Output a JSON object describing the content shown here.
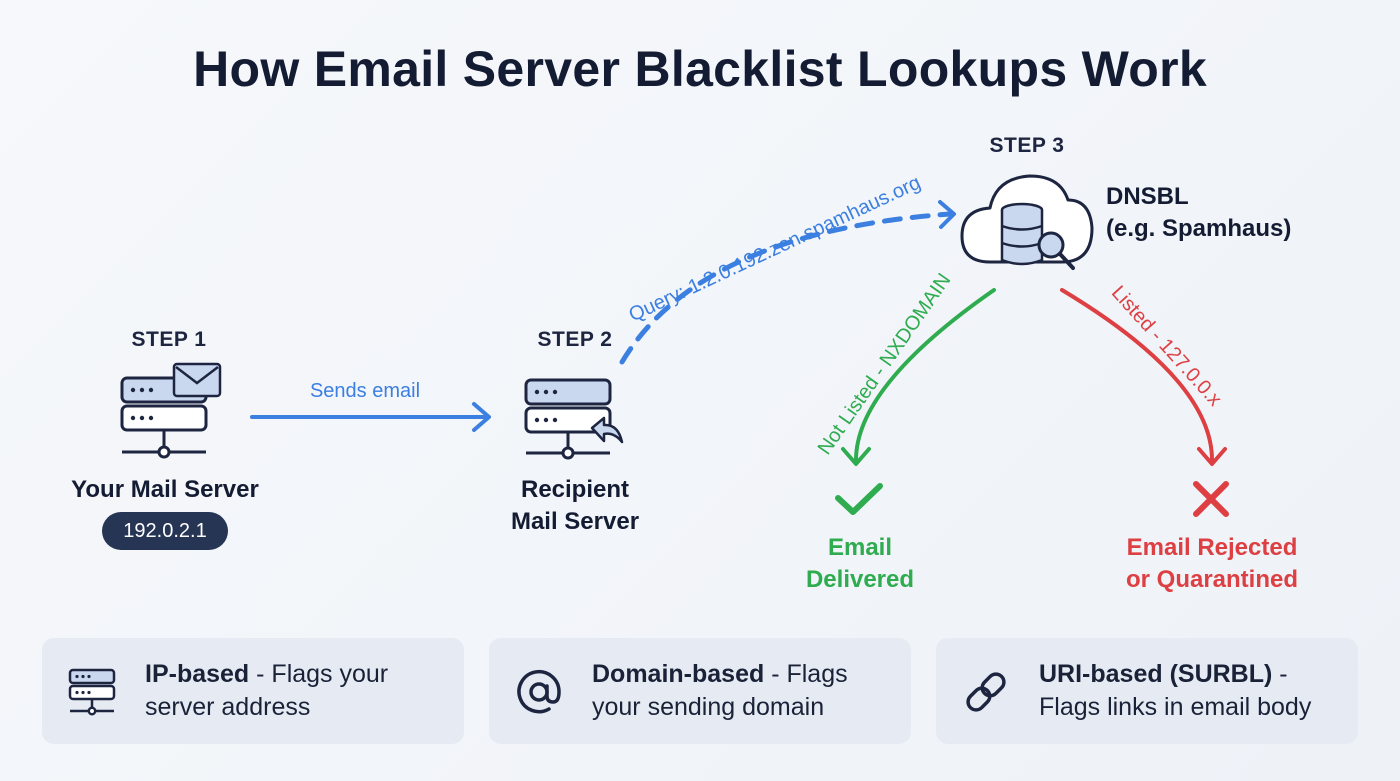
{
  "title": "How Email Server Blacklist Lookups Work",
  "steps": {
    "step1": {
      "label": "STEP 1",
      "name": "Your Mail Server",
      "ip": "192.0.2.1"
    },
    "step2": {
      "label": "STEP 2",
      "name_line1": "Recipient",
      "name_line2": "Mail Server"
    },
    "step3": {
      "label": "STEP 3",
      "name_line1": "DNSBL",
      "name_line2": "(e.g. Spamhaus)"
    }
  },
  "edges": {
    "send": "Sends email",
    "query": "Query: 1.2.0.192.zen.spamhaus.org",
    "not_listed": "Not Listed - NXDOMAIN",
    "listed": "Listed - 127.0.0.x"
  },
  "outcomes": {
    "delivered_line1": "Email",
    "delivered_line2": "Delivered",
    "rejected_line1": "Email Rejected",
    "rejected_line2": "or Quarantined"
  },
  "cards": [
    {
      "bold": "IP-based",
      "rest": " - Flags your server address",
      "icon": "server-icon"
    },
    {
      "bold": "Domain-based",
      "rest": " - Flags your sending domain",
      "icon": "at-icon"
    },
    {
      "bold": "URI-based (SURBL)",
      "rest": " - Flags links in email body",
      "icon": "link-icon"
    }
  ],
  "colors": {
    "blue": "#3b7fe0",
    "green": "#2eac4f",
    "red": "#dd3f42",
    "navy": "#263554",
    "icon_fill": "#c9d8ef"
  }
}
